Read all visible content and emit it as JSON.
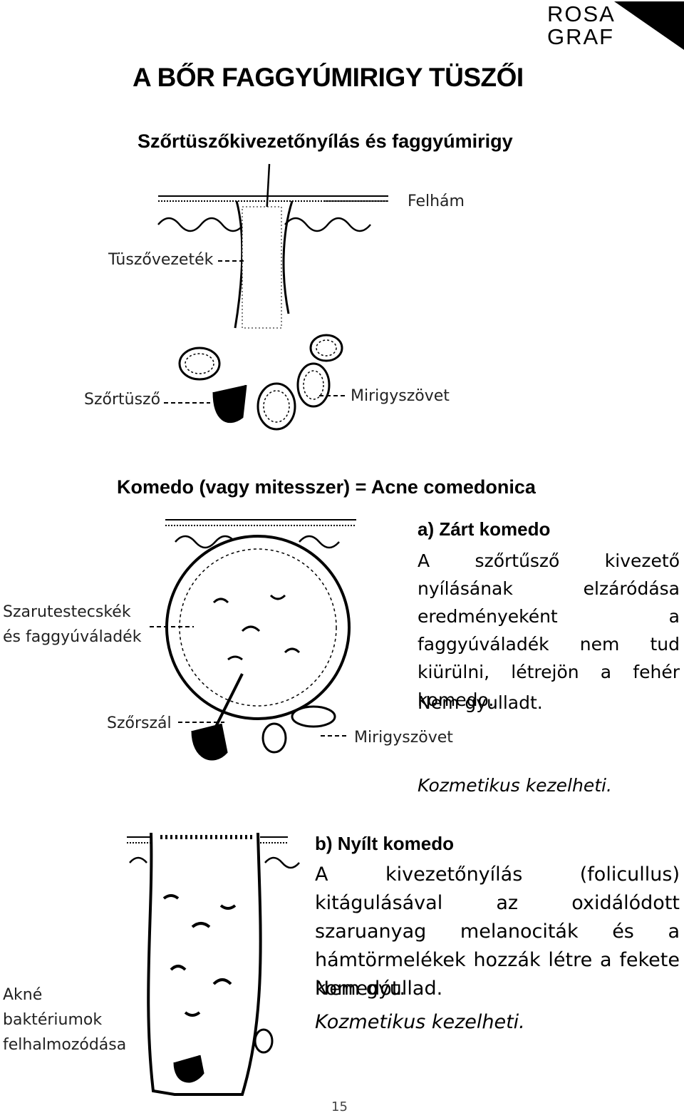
{
  "logo": {
    "line1": "ROSA",
    "line2": "GRAF"
  },
  "title": "A BŐR FAGGYÚMIRIGY TÜSZŐI",
  "diagram1": {
    "heading": "Szőrtüszőkivezetőnyílás és faggyúmirigy",
    "labels": {
      "felham": "Felhám",
      "tuszovezetek": "Tüszővezeték",
      "szortusz": "Szőrtüsző",
      "mirigyszovet": "Mirigyszövet"
    }
  },
  "diagram2": {
    "heading": "Komedo (vagy mitesszer) = Acne comedonica",
    "labels": {
      "szarutest1": "Szarutestecskék",
      "szarutest2": "és faggyúváladék",
      "szorszal": "Szőrszál",
      "mirigyszovet": "Mirigyszövet"
    }
  },
  "section_a": {
    "heading": "a) Zárt komedo",
    "body": "A szőrtűsző kivezető nyílásának elzáródása eredményeként a faggyúváladék nem tud kiürülni, létrejön a fehér komedo.",
    "note": "Nem gyulladt.",
    "footer": "Kozmetikus kezelheti."
  },
  "diagram3": {
    "labels": {
      "akne1": "Akné",
      "akne2": "baktériumok",
      "akne3": "felhalmozódása"
    }
  },
  "section_b": {
    "heading": "b) Nyílt komedo",
    "body": "A kivezetőnyílás (folicullus) kitágulásával az oxidálódott szaruanyag melanociták és a hámtörmelékek hozzák létre a fekete komedót.",
    "note": "Nem gyullad.",
    "footer": "Kozmetikus kezelheti."
  },
  "page_number": "15"
}
